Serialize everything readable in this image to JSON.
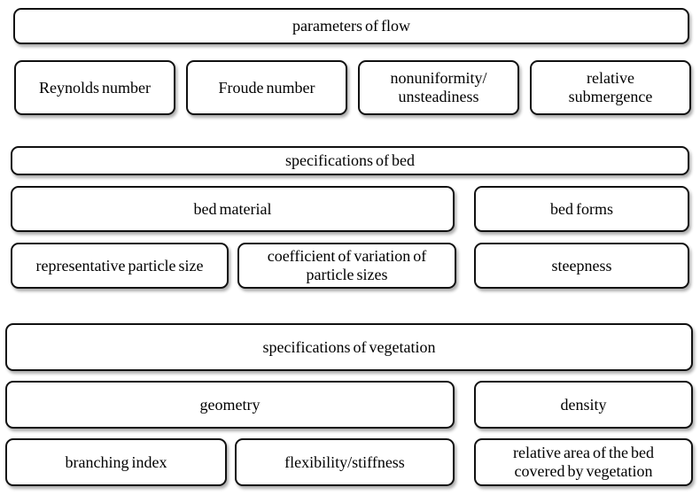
{
  "sections": [
    {
      "header": "parameters of flow",
      "items": [
        "Reynolds number",
        "Froude number",
        "nonuniformity/\nunsteadiness",
        "relative\nsubmergence"
      ]
    },
    {
      "header": "specifications of bed",
      "items": [
        "bed material",
        "bed forms",
        "representative particle size",
        "coefficient of variation of\nparticle sizes",
        "steepness"
      ]
    },
    {
      "header": "specifications of vegetation",
      "items": [
        "geometry",
        "density",
        "branching index",
        "flexibility/stiffness",
        "relative area of the bed\ncovered by vegetation"
      ]
    }
  ],
  "colors": {
    "border": "#111111",
    "fill": "#ffffff",
    "text": "#000000",
    "shadow": "rgba(0,0,0,0.32)"
  }
}
